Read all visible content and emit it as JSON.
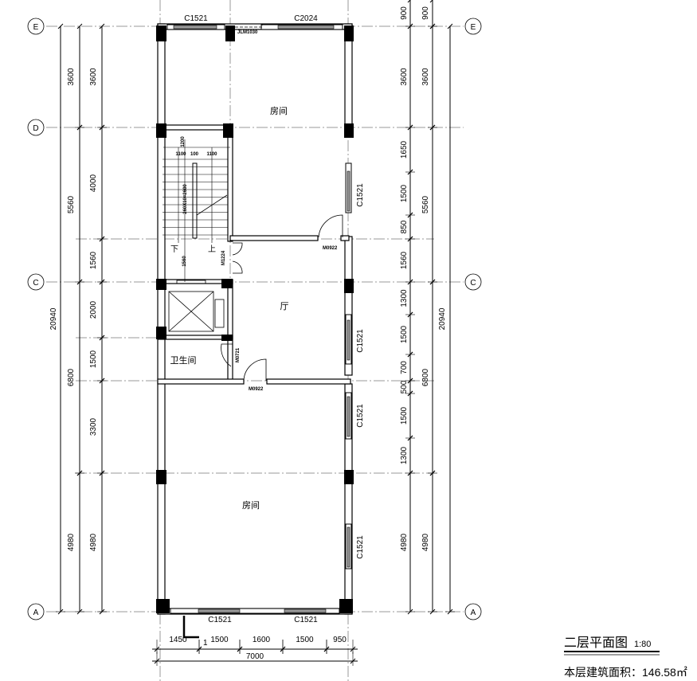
{
  "axes": {
    "E": "E",
    "D": "D",
    "C": "C",
    "A": "A"
  },
  "rooms": {
    "top_room": "房间",
    "hall": "厅",
    "bathroom": "卫生间",
    "bottom_room": "房间"
  },
  "windows": {
    "top_left": "C1521",
    "top_right": "C2024",
    "top_door": "JLM1030",
    "right_1": "C1521",
    "right_2": "C1521",
    "right_3": "C1521",
    "right_4": "C1521",
    "bottom_left": "C1521",
    "bottom_right": "C1521"
  },
  "doors": {
    "stair_hall": "M0922",
    "stair": "M1224",
    "bath": "M0721",
    "lower": "M0922"
  },
  "stair": {
    "w1": "1100",
    "w2": "100",
    "w3": "1100",
    "top": "1200",
    "run": "260X10=2600",
    "landing": "1560",
    "down": "下",
    "up": "上"
  },
  "dims": {
    "left_outer": [
      "20940"
    ],
    "left_mid": [
      "3600",
      "5560",
      "6800",
      "4980"
    ],
    "left_inner": [
      "3600",
      "4000",
      "1560",
      "2000",
      "1500",
      "3300",
      "4980"
    ],
    "right_inner": [
      "900",
      "3600",
      "1650",
      "1500",
      "850",
      "1560",
      "1300",
      "1500",
      "700",
      "500",
      "1500",
      "1300",
      "4980"
    ],
    "right_mid": [
      "900",
      "3600",
      "5560",
      "6800",
      "4980"
    ],
    "right_outer": [
      "20940"
    ],
    "bottom": [
      "1450",
      "1500",
      "1600",
      "1500",
      "950"
    ],
    "bottom_total": [
      "7000"
    ]
  },
  "section_mark": "1",
  "title": {
    "name": "二层平面图",
    "scale": "1:80",
    "area": "本层建筑面积：146.58㎡"
  }
}
